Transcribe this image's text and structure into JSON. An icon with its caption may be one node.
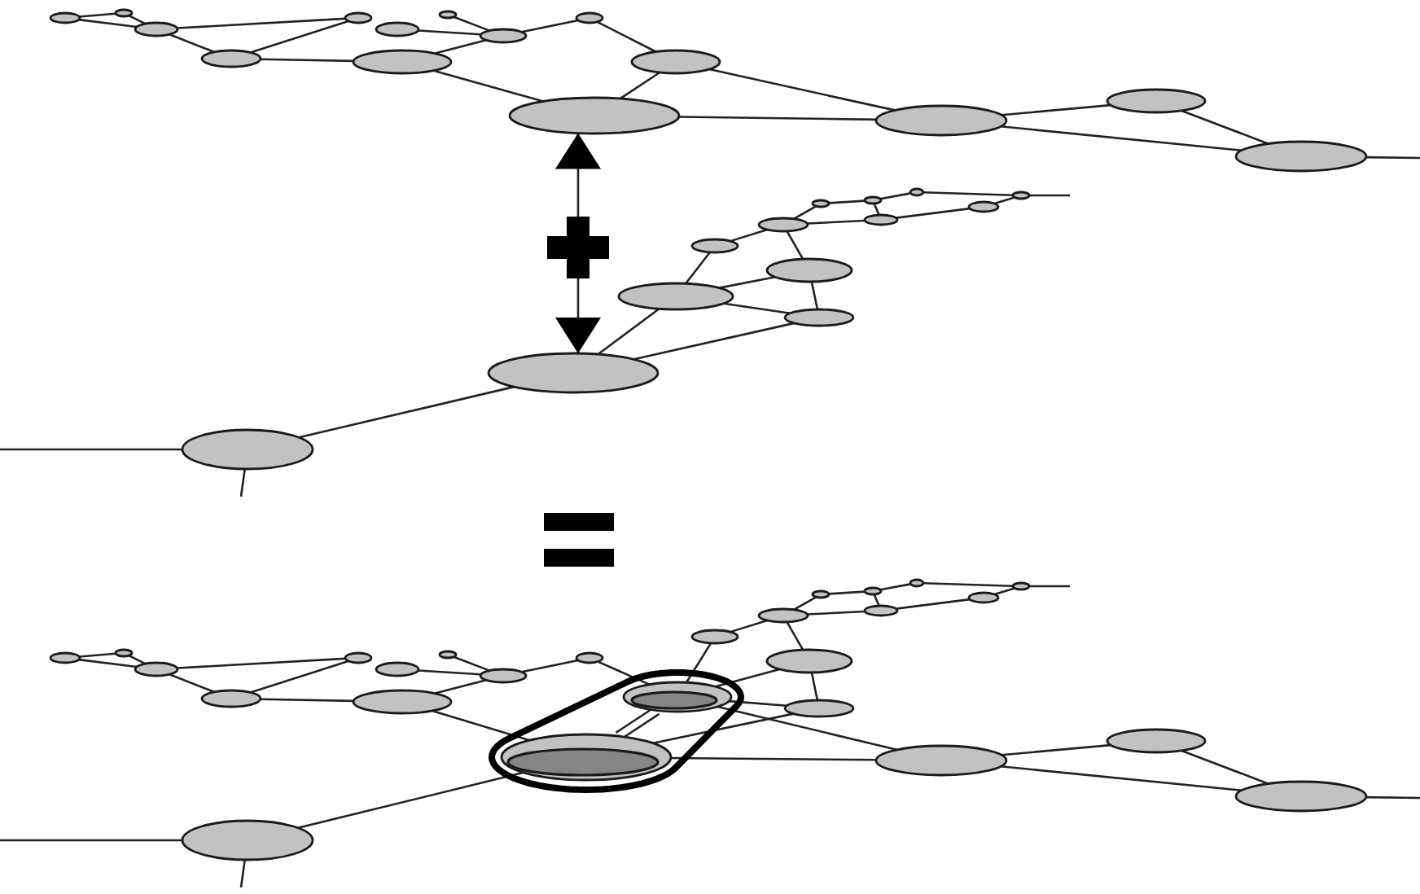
{
  "diagram": {
    "nodes": [
      {
        "text": [],
        "shape": "ellipse"
      },
      {
        "text": [],
        "shape": "ellipse"
      },
      {
        "text": [],
        "shape": "ellipse"
      },
      {
        "text": [],
        "shape": "ellipse"
      },
      {
        "text": [],
        "shape": "ellipse"
      },
      {
        "text": [],
        "shape": "ellipse"
      },
      {
        "text": [],
        "shape": "ellipse"
      },
      {
        "text": [],
        "shape": "ellipse"
      },
      {
        "text": [],
        "shape": "ellipse"
      },
      {
        "text": [],
        "shape": "ellipse"
      },
      {
        "text": [],
        "shape": "ellipse"
      },
      {
        "text": [],
        "shape": "ellipse"
      },
      {
        "text": [],
        "shape": "ellipse"
      },
      {
        "text": [],
        "shape": "ellipse"
      },
      {
        "text": [],
        "shape": "ellipse"
      },
      {
        "text": [],
        "shape": "ellipse"
      },
      {
        "text": [],
        "shape": "ellipse"
      },
      {
        "text": [],
        "shape": "ellipse"
      },
      {
        "text": [],
        "shape": "ellipse"
      },
      {
        "text": [],
        "shape": "ellipse"
      },
      {
        "text": [],
        "shape": "ellipse"
      },
      {
        "text": [],
        "shape": "ellipse"
      },
      {
        "text": [],
        "shape": "ellipse"
      },
      {
        "text": [],
        "shape": "ellipse"
      },
      {
        "text": [],
        "shape": "ellipse"
      },
      {
        "text": [],
        "shape": "ellipse"
      },
      {
        "text": [],
        "shape": "ellipse"
      },
      {
        "text": [],
        "shape": "ellipse"
      },
      {
        "text": [],
        "shape": "capsule"
      },
      {
        "text": [],
        "shape": "ellipse"
      },
      {
        "text": [],
        "shape": "ellipse"
      },
      {
        "text": [],
        "shape": "ellipse"
      },
      {
        "text": [],
        "shape": "ellipse"
      },
      {
        "text": [],
        "shape": "ellipse"
      },
      {
        "text": [],
        "shape": "ellipse"
      },
      {
        "text": [],
        "shape": "ellipse"
      },
      {
        "text": [],
        "shape": "ellipse"
      },
      {
        "text": [],
        "shape": "ellipse"
      },
      {
        "text": [],
        "shape": "ellipse"
      },
      {
        "text": [],
        "shape": "ellipse",
        "in": 28
      },
      {
        "text": [],
        "shape": "ellipse",
        "in": 28
      },
      {
        "text": [],
        "shape": "ellipse"
      },
      {
        "text": [],
        "shape": "ellipse"
      },
      {
        "text": [],
        "shape": "ellipse"
      },
      {
        "text": [],
        "shape": "ellipse"
      },
      {
        "text": [],
        "shape": "ellipse"
      },
      {
        "text": [],
        "shape": "ellipse"
      },
      {
        "text": [],
        "shape": "ellipse"
      },
      {
        "text": [],
        "shape": "ellipse"
      },
      {
        "text": [],
        "shape": "ellipse"
      },
      {
        "text": [],
        "shape": "ellipse"
      },
      {
        "text": [],
        "shape": "ellipse"
      },
      {
        "text": [],
        "shape": "ellipse"
      },
      {
        "text": [],
        "shape": "ellipse"
      },
      {
        "text": [],
        "shape": "ellipse"
      },
      {
        "text": [],
        "shape": "plus"
      }
    ],
    "edges": [
      {
        "from": 0,
        "to": 1,
        "arrow": "none"
      },
      {
        "from": 0,
        "to": 2,
        "arrow": "none"
      },
      {
        "from": 1,
        "to": 2,
        "arrow": "none"
      },
      {
        "from": 2,
        "to": 4,
        "arrow": "none"
      },
      {
        "from": 2,
        "to": 3,
        "arrow": "none"
      },
      {
        "from": 3,
        "to": 4,
        "arrow": "none"
      },
      {
        "from": 3,
        "to": 6,
        "arrow": "none"
      },
      {
        "from": 5,
        "to": 8,
        "arrow": "none"
      },
      {
        "from": 6,
        "to": 8,
        "arrow": "none"
      },
      {
        "from": 7,
        "to": 8,
        "arrow": "none"
      },
      {
        "from": 8,
        "to": 9,
        "arrow": "none"
      },
      {
        "from": 9,
        "to": 10,
        "arrow": "none"
      },
      {
        "from": 6,
        "to": 11,
        "arrow": "none"
      },
      {
        "from": 10,
        "to": 11,
        "arrow": "none"
      },
      {
        "from": 11,
        "to": 12,
        "arrow": "none"
      },
      {
        "from": 10,
        "to": 12,
        "arrow": "none"
      },
      {
        "from": 12,
        "to": 13,
        "arrow": "none"
      },
      {
        "from": 12,
        "to": 14,
        "arrow": "none"
      },
      {
        "from": 13,
        "to": 14,
        "arrow": "none"
      },
      {
        "from": 14,
        "to": null,
        "arrow": "none"
      },
      {
        "from": 19,
        "to": 15,
        "arrow": "none"
      },
      {
        "from": 15,
        "to": 16,
        "arrow": "none"
      },
      {
        "from": 16,
        "to": 17,
        "arrow": "none"
      },
      {
        "from": 17,
        "to": 18,
        "arrow": "none"
      },
      {
        "from": 16,
        "to": 20,
        "arrow": "none"
      },
      {
        "from": 20,
        "to": 21,
        "arrow": "none"
      },
      {
        "from": 21,
        "to": 18,
        "arrow": "none"
      },
      {
        "from": 19,
        "to": 20,
        "arrow": "none"
      },
      {
        "from": 19,
        "to": 22,
        "arrow": "none"
      },
      {
        "from": 19,
        "to": 23,
        "arrow": "none"
      },
      {
        "from": 22,
        "to": 24,
        "arrow": "none"
      },
      {
        "from": 24,
        "to": 23,
        "arrow": "none"
      },
      {
        "from": 23,
        "to": 25,
        "arrow": "none"
      },
      {
        "from": 24,
        "to": 25,
        "arrow": "none"
      },
      {
        "from": 24,
        "to": 26,
        "arrow": "none"
      },
      {
        "from": 25,
        "to": 26,
        "arrow": "none"
      },
      {
        "from": 26,
        "to": 27,
        "arrow": "none"
      },
      {
        "from": 18,
        "to": null,
        "arrow": "none"
      },
      {
        "from": 27,
        "to": null,
        "arrow": "none"
      },
      {
        "from": 27,
        "to": null,
        "arrow": "none"
      },
      {
        "from": 29,
        "to": 30,
        "arrow": "none"
      },
      {
        "from": 29,
        "to": 31,
        "arrow": "none"
      },
      {
        "from": 30,
        "to": 31,
        "arrow": "none"
      },
      {
        "from": 31,
        "to": 33,
        "arrow": "none"
      },
      {
        "from": 31,
        "to": 32,
        "arrow": "none"
      },
      {
        "from": 32,
        "to": 33,
        "arrow": "none"
      },
      {
        "from": 32,
        "to": 35,
        "arrow": "none"
      },
      {
        "from": 34,
        "to": 37,
        "arrow": "none"
      },
      {
        "from": 35,
        "to": 37,
        "arrow": "none"
      },
      {
        "from": 36,
        "to": 37,
        "arrow": "none"
      },
      {
        "from": 37,
        "to": 38,
        "arrow": "none"
      },
      {
        "from": 38,
        "to": 39,
        "arrow": "none"
      },
      {
        "from": 35,
        "to": 40,
        "arrow": "none"
      },
      {
        "from": 39,
        "to": 40,
        "arrow": "none"
      },
      {
        "from": 40,
        "to": 41,
        "arrow": "none"
      },
      {
        "from": 39,
        "to": 41,
        "arrow": "none"
      },
      {
        "from": 41,
        "to": 42,
        "arrow": "none"
      },
      {
        "from": 41,
        "to": 43,
        "arrow": "none"
      },
      {
        "from": 42,
        "to": 43,
        "arrow": "none"
      },
      {
        "from": 43,
        "to": null,
        "arrow": "none"
      },
      {
        "from": 48,
        "to": 44,
        "arrow": "none"
      },
      {
        "from": 44,
        "to": 45,
        "arrow": "none"
      },
      {
        "from": 45,
        "to": 46,
        "arrow": "none"
      },
      {
        "from": 46,
        "to": 47,
        "arrow": "none"
      },
      {
        "from": 45,
        "to": 49,
        "arrow": "none"
      },
      {
        "from": 49,
        "to": 50,
        "arrow": "none"
      },
      {
        "from": 50,
        "to": 47,
        "arrow": "none"
      },
      {
        "from": 48,
        "to": 49,
        "arrow": "none"
      },
      {
        "from": 48,
        "to": 51,
        "arrow": "none"
      },
      {
        "from": 48,
        "to": 52,
        "arrow": "none"
      },
      {
        "from": 51,
        "to": 39,
        "arrow": "none"
      },
      {
        "from": 39,
        "to": 52,
        "arrow": "none"
      },
      {
        "from": 52,
        "to": 53,
        "arrow": "none"
      },
      {
        "from": 39,
        "to": 53,
        "arrow": "none"
      },
      {
        "from": 39,
        "to": 40,
        "arrow": "none"
      },
      {
        "from": 53,
        "to": 40,
        "arrow": "none"
      },
      {
        "from": 40,
        "to": 54,
        "arrow": "none"
      },
      {
        "from": 47,
        "to": null,
        "arrow": "none"
      },
      {
        "from": 54,
        "to": null,
        "arrow": "none"
      },
      {
        "from": 54,
        "to": null,
        "arrow": "none"
      },
      {
        "from": 55,
        "to": 11,
        "arrow": "to"
      },
      {
        "from": 55,
        "to": 26,
        "arrow": "to"
      }
    ]
  }
}
